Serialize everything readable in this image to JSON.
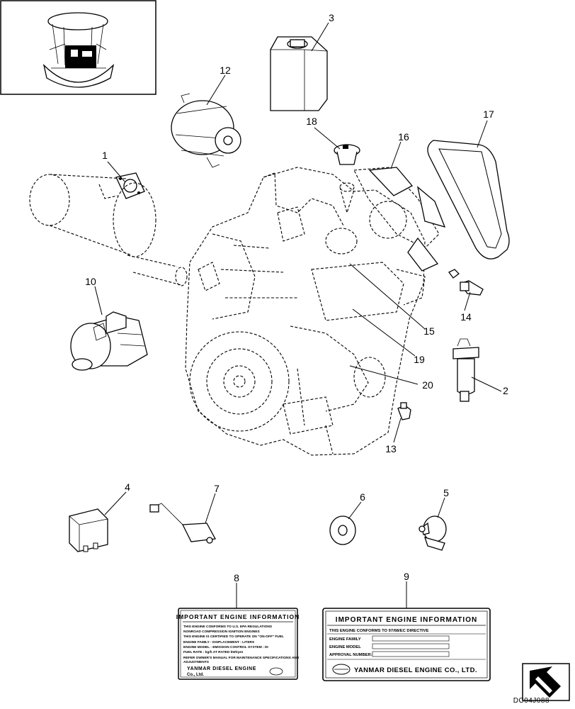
{
  "code": "DC04J088",
  "callouts": [
    "1",
    "2",
    "3",
    "4",
    "5",
    "6",
    "7",
    "8",
    "9",
    "10",
    "12",
    "13",
    "14",
    "15",
    "16",
    "17",
    "18",
    "19",
    "20"
  ],
  "label_small": {
    "title": "IMPORTANT ENGINE INFORMATION",
    "line1": "THIS ENGINE CONFORMS TO U.S. EPA REGULATIONS",
    "line2": "NONROAD COMPRESSION IGNITION ENGINES",
    "line3": "THIS ENGINE IS CERTIFIED TO OPERATE ON \"ON-OFF\" FUEL",
    "line4": "ENGINE FAMILY :                DISPLACEMENT :      LITERS",
    "line5": "ENGINE MODEL :          EMISSION CONTROL SYSTEM : DI",
    "line6": "FUEL RATE : kg/h      AT RATED kW/rpm",
    "line7": "REFER OWNER'S MANUAL FOR MAINTENANCE SPECIFICATIONS AND",
    "line8": "ADJUSTMENTS",
    "maker1": "YANMAR DIESEL ENGINE",
    "maker2": "Co., Ltd."
  },
  "label_large": {
    "title": "IMPORTANT ENGINE INFORMATION",
    "line1": "THIS ENGINE CONFORMS TO 97/68/EC DIRECTIVE",
    "line2": "ENGINE FAMILY",
    "line3": "ENGINE MODEL",
    "line4": "APPROVAL NUMBER:",
    "maker": "YANMAR DIESEL ENGINE CO., LTD."
  }
}
